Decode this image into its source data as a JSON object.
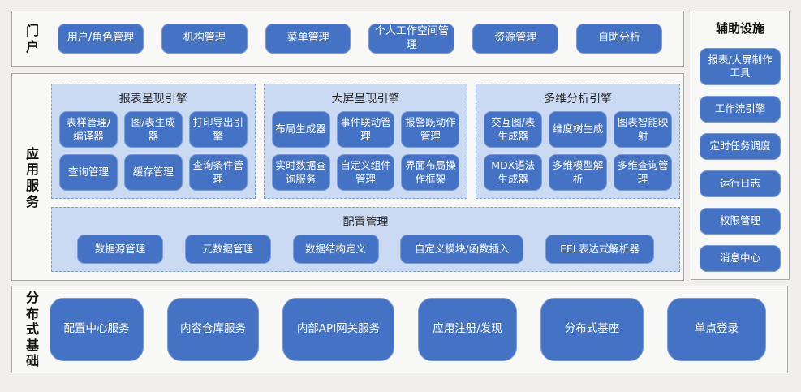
{
  "portal": {
    "label": "门户",
    "buttons": [
      "用户/角色管理",
      "机构管理",
      "菜单管理",
      "个人工作空间管理",
      "资源管理",
      "自助分析"
    ]
  },
  "app_services": {
    "label": "应用服务",
    "engines": [
      {
        "title": "报表呈现引擎",
        "items": [
          "表样管理/编译器",
          "图/表生成器",
          "打印导出引擎",
          "查询管理",
          "缓存管理",
          "查询条件管理"
        ]
      },
      {
        "title": "大屏呈现引擎",
        "items": [
          "布局生成器",
          "事件联动管理",
          "报警既动作管理",
          "实时数据查询服务",
          "自定义组件管理",
          "界面布局操作框架"
        ]
      },
      {
        "title": "多维分析引擎",
        "items": [
          "交互图/表生成器",
          "维度树生成",
          "图表智能映射",
          "MDX语法生成器",
          "多维模型解析",
          "多维查询管理"
        ]
      }
    ],
    "config": {
      "title": "配置管理",
      "items": [
        "数据源管理",
        "元数据管理",
        "数据结构定义",
        "自定义模块/函数插入",
        "EEL表达式解析器"
      ]
    }
  },
  "aux": {
    "title": "辅助设施",
    "buttons": [
      "报表/大屏制作工具",
      "工作流引擎",
      "定时任务调度",
      "运行日志",
      "权限管理",
      "消息中心"
    ]
  },
  "infra": {
    "label": "分布式基础",
    "buttons": [
      "配置中心服务",
      "内容仓库服务",
      "内部API网关服务",
      "应用注册/发现",
      "分布式基座",
      "单点登录"
    ]
  },
  "colors": {
    "button_fill": "#4472c4",
    "button_border": "#7b9cd9",
    "panel_fill": "#cbdaf3",
    "panel_border": "#7f9fd4",
    "section_fill": "#f8f8f7",
    "section_border": "#a9a9a9",
    "background": "#f0efee",
    "button_text": "#ffffff"
  }
}
